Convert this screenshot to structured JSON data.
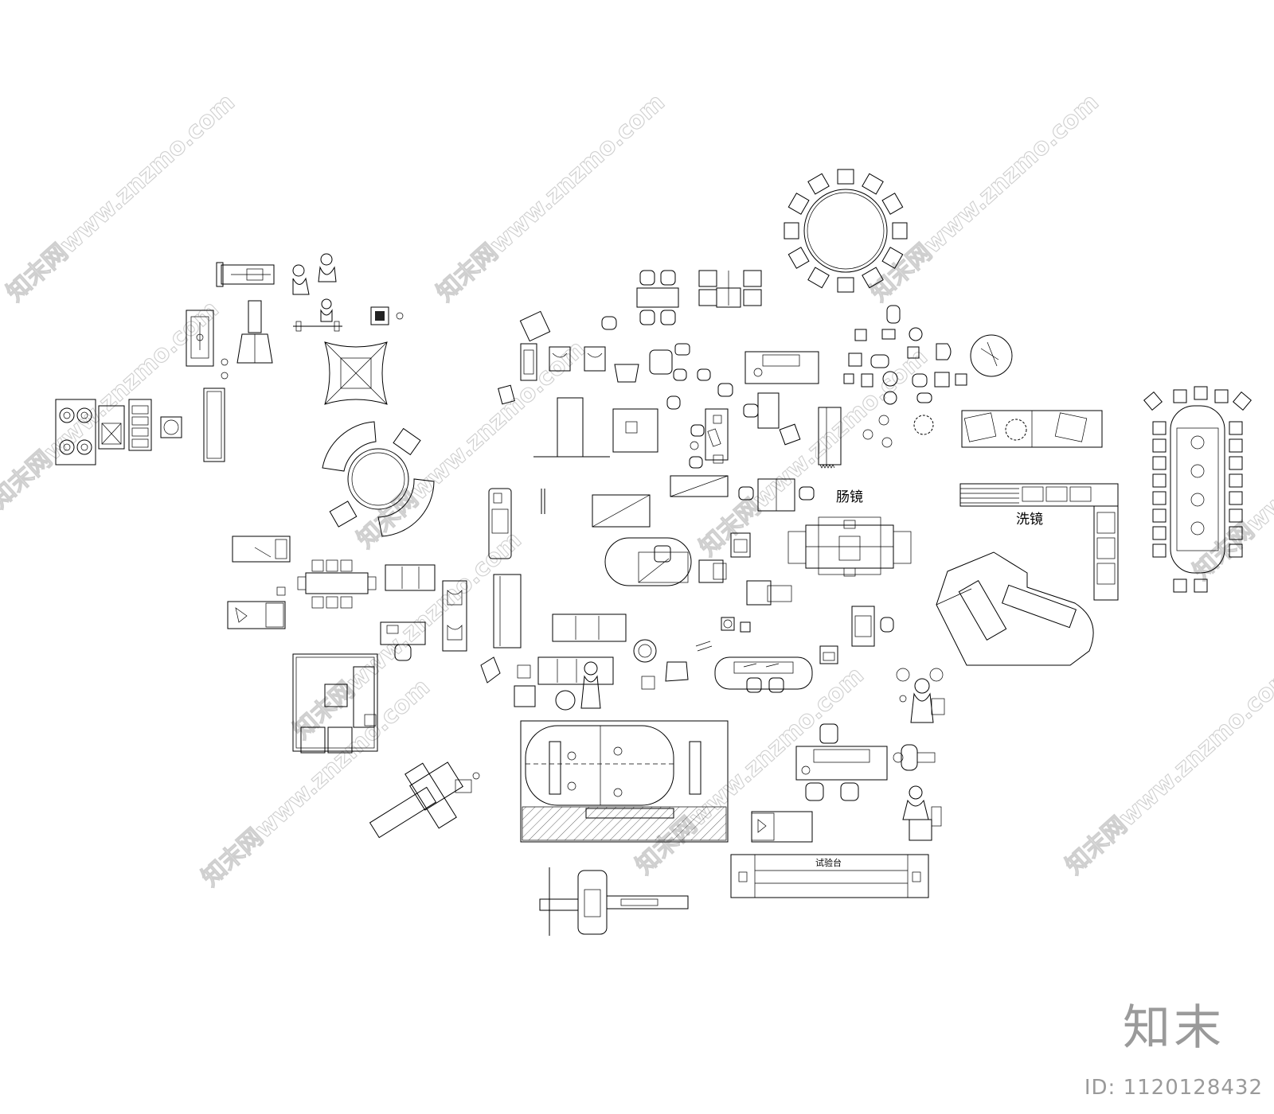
{
  "labels": {
    "colonoscope": "肠镜",
    "gastroscope": "洗镜",
    "test_bench": "试验台"
  },
  "watermark": {
    "text": "知末网www.znzmo.com"
  },
  "brand": {
    "logo_text": "知末",
    "image_id": "ID: 1120128432"
  }
}
